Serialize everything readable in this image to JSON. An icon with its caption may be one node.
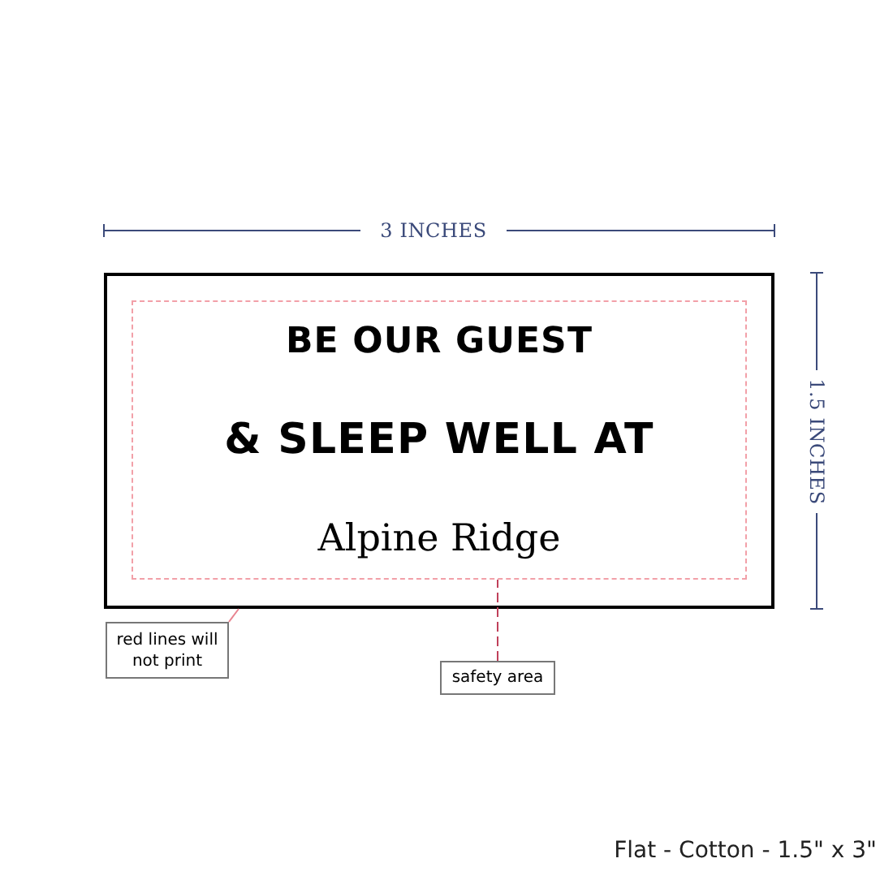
{
  "diagram": {
    "nodes": [
      {
        "text": [],
        "shape": "box"
      },
      {
        "text": [
          "BE OUR GUEST",
          "& SLEEP WELL AT",
          "Alpine Ridge"
        ],
        "in": 0
      },
      {
        "text": [
          "red lines will not print"
        ]
      },
      {
        "text": [
          "safety area"
        ]
      }
    ],
    "edges": [
      {
        "from": 2,
        "to": 0,
        "arrow": "none",
        "color": "#e8838f"
      },
      {
        "from": 3,
        "to": 1,
        "arrow": "none",
        "style": "dashed",
        "color": "#c0405a"
      }
    ],
    "labels": [
      "3 INCHES",
      "1.5 INCHES",
      "Flat - Cotton - 1.5\" x 3\""
    ]
  }
}
